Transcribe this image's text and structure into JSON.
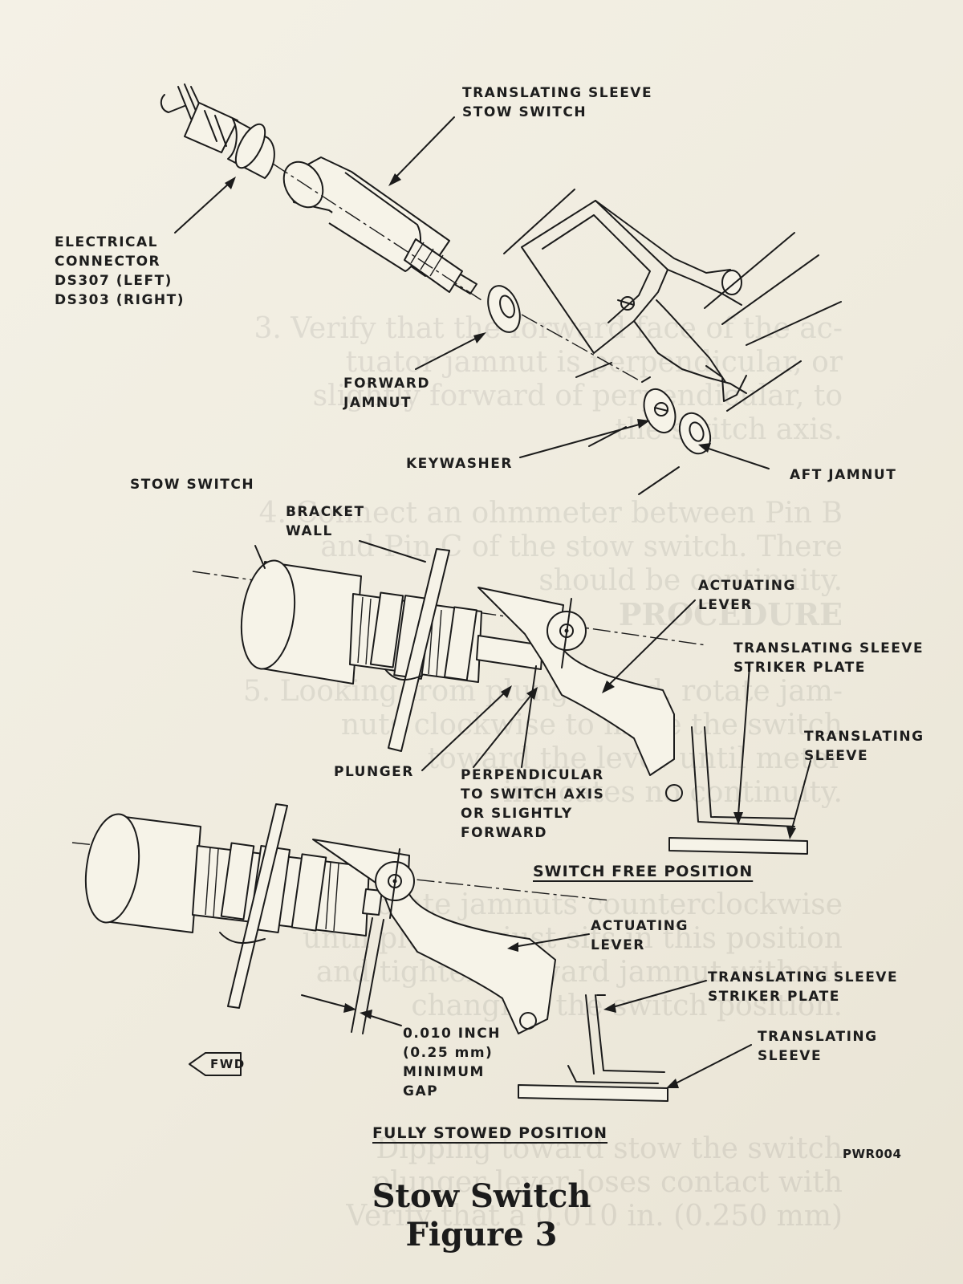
{
  "background_text": [
    "3. Verify that the forward face of the ac-",
    "tuator jamnut is perpendicular, or",
    "slightly forward of perpendicular, to",
    "the switch axis.",
    "4. Connect an ohmmeter between Pin B",
    "and Pin C of the stow switch. There",
    "should be continuity.",
    "PROCEDURE",
    "5. Looking from plunger end, rotate jam-",
    "nuts clockwise to move the switch",
    "toward the lever until meter",
    "indicates no continuity.",
    "6. Rotate jamnuts counterclockwise",
    "until plunger just sits in this position",
    "and tighten forward jamnut without",
    "changing the switch position.",
    "Dipping toward stow the switch",
    "plunger lever loses contact with",
    "Verify that a 0.010 in. (0.250 mm)"
  ],
  "labels": {
    "translating_sleeve_stow_switch": [
      "TRANSLATING SLEEVE",
      "STOW SWITCH"
    ],
    "electrical_connector": [
      "ELECTRICAL",
      "CONNECTOR",
      "DS307 (LEFT)",
      "DS303 (RIGHT)"
    ],
    "forward_jamnut": [
      "FORWARD",
      "JAMNUT"
    ],
    "keywasher": "KEYWASHER",
    "aft_jamnut": "AFT JAMNUT",
    "stow_switch": "STOW SWITCH",
    "bracket_wall": [
      "BRACKET",
      "WALL"
    ],
    "actuating_lever_1": [
      "ACTUATING",
      "LEVER"
    ],
    "striker_plate_1": [
      "TRANSLATING SLEEVE",
      "STRIKER PLATE"
    ],
    "translating_sleeve_1": [
      "TRANSLATING",
      "SLEEVE"
    ],
    "plunger": "PLUNGER",
    "perpendicular": [
      "PERPENDICULAR",
      "TO SWITCH AXIS",
      "OR SLIGHTLY",
      "FORWARD"
    ],
    "switch_free_position": "SWITCH FREE POSITION",
    "actuating_lever_2": [
      "ACTUATING",
      "LEVER"
    ],
    "striker_plate_2": [
      "TRANSLATING SLEEVE",
      "STRIKER PLATE"
    ],
    "translating_sleeve_2": [
      "TRANSLATING",
      "SLEEVE"
    ],
    "gap": [
      "0.010 INCH",
      "(0.25 mm)",
      "MINIMUM",
      "GAP"
    ],
    "fwd": "FWD",
    "fully_stowed_position": "FULLY STOWED POSITION",
    "figure_code": "PWR004"
  },
  "caption": {
    "title": "Stow Switch",
    "figure": "Figure 3"
  }
}
